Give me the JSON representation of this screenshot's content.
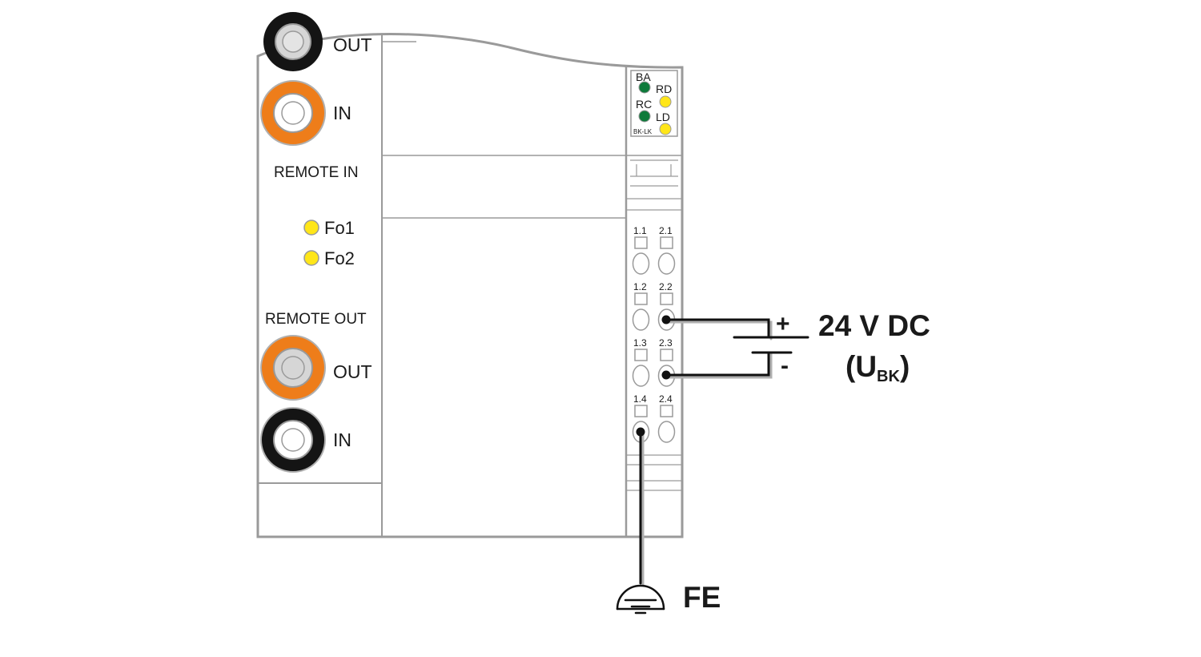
{
  "colors": {
    "housing": "#9a9a9a",
    "orange_port": "#ee7d1a",
    "black_port": "#141414",
    "port_core": "#d6d6d6",
    "led_yellow": "#ffe619",
    "led_green": "#0e7a3a",
    "wire": "#111111"
  },
  "ports": {
    "top_out": "OUT",
    "top_in": "IN",
    "bottom_out": "OUT",
    "bottom_in": "IN"
  },
  "sections": {
    "remote_in": "REMOTE IN",
    "remote_out": "REMOTE OUT"
  },
  "fiber_leds": {
    "fo1": "Fo1",
    "fo2": "Fo2"
  },
  "status_leds": {
    "ba": "BA",
    "rd": "RD",
    "rc": "RC",
    "ld": "LD",
    "bk_lk": "BK-LK"
  },
  "terminals": {
    "t11": "1.1",
    "t21": "2.1",
    "t12": "1.2",
    "t22": "2.2",
    "t13": "1.3",
    "t23": "2.3",
    "t14": "1.4",
    "t24": "2.4"
  },
  "supply": {
    "plus": "+",
    "minus": "-",
    "voltage": "24 V DC",
    "u_open": "(U",
    "u_sub": "BK",
    "u_close": ")"
  },
  "ground": {
    "label": "FE"
  }
}
